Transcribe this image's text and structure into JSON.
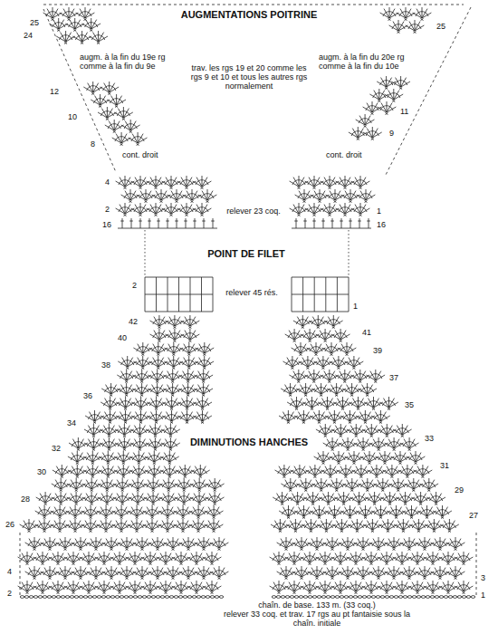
{
  "diagram": {
    "labels": [
      "AUGMENTATIONS POITRINE",
      "25",
      "24",
      "augm. à la fin du 19e rg comme à la fin du 9e",
      "25",
      "augm. à la fin du 20e rg comme à la fin du 10e",
      "trav. les rgs 19 et 20 comme les rgs 9 et 10 et tous les autres rgs normalement",
      "12",
      "11",
      "10",
      "9",
      "8",
      "cont. droit",
      "cont. droit",
      "4",
      "2",
      "relever 23 coq.",
      "1",
      "16",
      "16",
      "POINT DE FILET",
      "2",
      "relever 45 rés.",
      "1",
      "42",
      "41",
      "40",
      "39",
      "38",
      "37",
      "36",
      "35",
      "34",
      "33",
      "DIMINUTIONS HANCHES",
      "32",
      "31",
      "30",
      "29",
      "28",
      "27",
      "26",
      "4",
      "3",
      "2",
      "1",
      "chaîn. de base. 133 m. (33 coq.)",
      "relever 33 coq. et trav. 17 rgs au pt fantaisie sous la chaîn. initiale"
    ]
  }
}
